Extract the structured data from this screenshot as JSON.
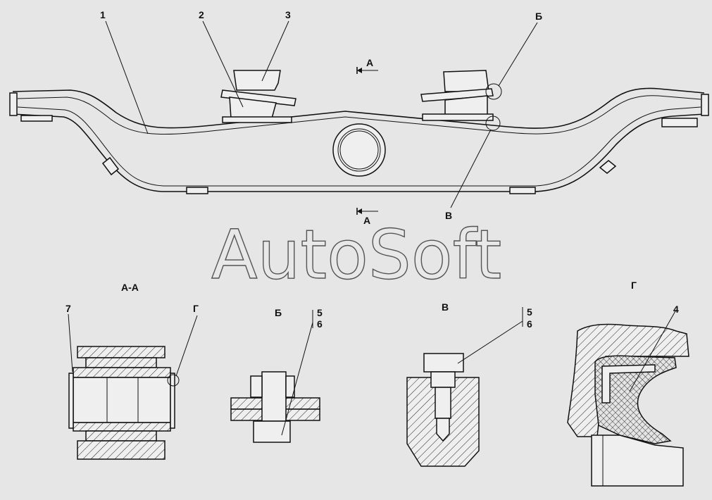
{
  "watermark": "AutoSoft",
  "callouts": {
    "part1": "1",
    "part2": "2",
    "part3": "3",
    "part4": "4",
    "part5_b": "5",
    "part6_b": "6",
    "part5_v": "5",
    "part6_v": "6",
    "part7": "7"
  },
  "markers": {
    "section_top": "А",
    "section_bottom": "А",
    "detail_b": "Б",
    "detail_v": "В",
    "detail_g": "Г"
  },
  "views": {
    "section_aa": "А-А",
    "detail_b": "Б",
    "detail_v": "В",
    "detail_g": "Г",
    "aa_detail_ref": "Г"
  }
}
